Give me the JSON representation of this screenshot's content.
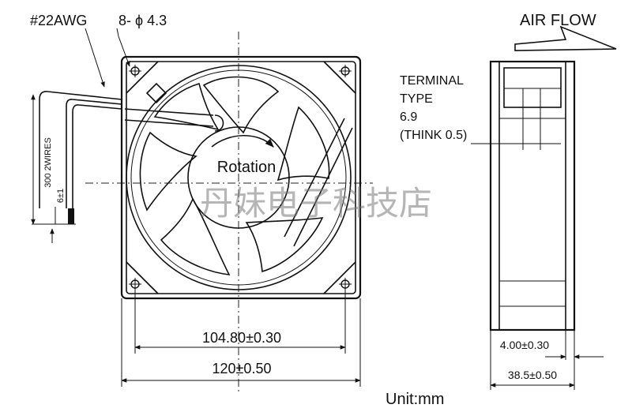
{
  "labels": {
    "wire_gauge": "#22AWG",
    "mount_holes": "8- ϕ 4.3",
    "air_flow": "AIR FLOW",
    "terminal_1": "TERMINAL",
    "terminal_2": "TYPE",
    "terminal_3": "6.9",
    "terminal_4": "(THINK 0.5)",
    "rotation": "Rotation",
    "wire_length": "300 2WIRES",
    "strip_length": "6±1",
    "hole_spacing": "104.80±0.30",
    "frame_width": "120±0.50",
    "flange_thickness": "4.00±0.30",
    "frame_depth": "38.5±0.50",
    "unit": "Unit:mm",
    "watermark": "丹妹电子科技店"
  },
  "colors": {
    "line": "#111111",
    "background": "#ffffff",
    "watermark": "#7a7a7a"
  }
}
